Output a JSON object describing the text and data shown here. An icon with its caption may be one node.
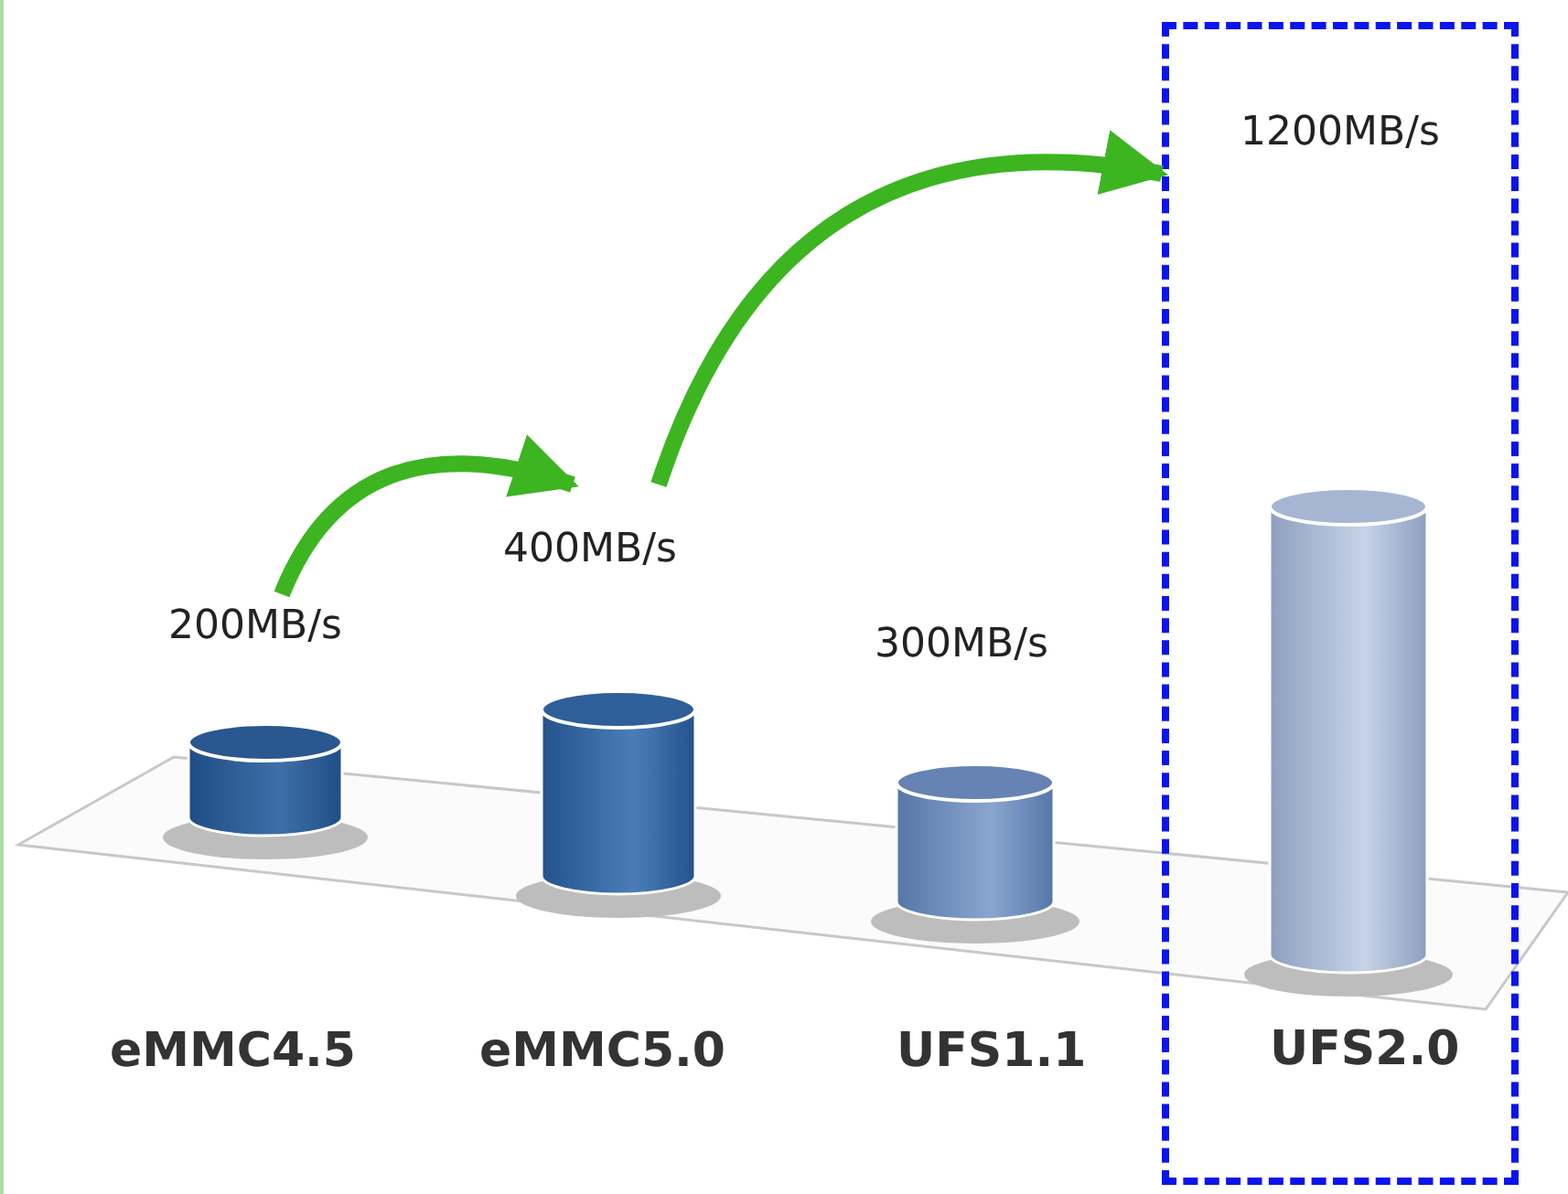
{
  "diagram": {
    "nodes": [
      {
        "text": [],
        "shape": "cylinder",
        "beside": [
          "200MB/s",
          "eMMC4.5"
        ]
      },
      {
        "text": [],
        "shape": "cylinder",
        "beside": [
          "400MB/s",
          "eMMC5.0"
        ]
      },
      {
        "text": [],
        "shape": "cylinder",
        "beside": [
          "300MB/s",
          "UFS1.1"
        ]
      },
      {
        "text": [],
        "shape": "box"
      },
      {
        "text": [],
        "shape": "cylinder",
        "beside": [
          "UFS2.0"
        ],
        "in": 3
      }
    ],
    "edges": [
      {
        "from": 0,
        "to": 1,
        "arrow": "to",
        "color": "#3cb521"
      },
      {
        "from": 1,
        "to": 3,
        "arrow": "to",
        "color": "#3cb521"
      }
    ],
    "labels": [
      "1200MB/s"
    ]
  }
}
